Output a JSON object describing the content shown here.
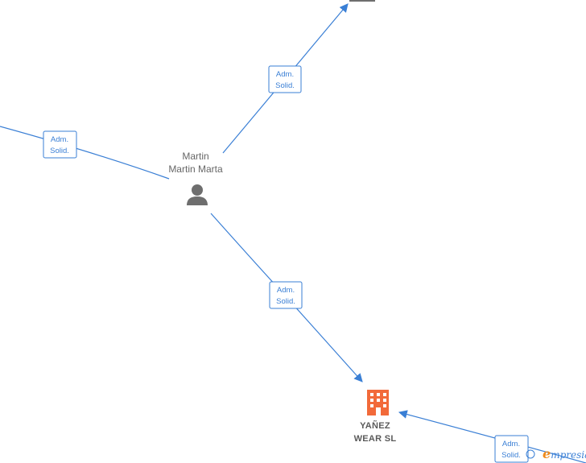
{
  "nodes": {
    "person": {
      "line1": "Martin",
      "line2": "Martin Marta"
    },
    "company": {
      "line1": "YAÑEZ",
      "line2": "WEAR  SL"
    }
  },
  "edges": [
    {
      "line1": "Adm.",
      "line2": "Solid."
    },
    {
      "line1": "Adm.",
      "line2": "Solid."
    },
    {
      "line1": "Adm.",
      "line2": "Solid."
    },
    {
      "line1": "Adm.",
      "line2": "Solid."
    }
  ],
  "brand": {
    "logo_e": "e",
    "logo_rest": "mpresia"
  },
  "colors": {
    "edge": "#3a7fd5",
    "company_icon": "#f26a3a",
    "person_icon": "#6e6e6e"
  }
}
